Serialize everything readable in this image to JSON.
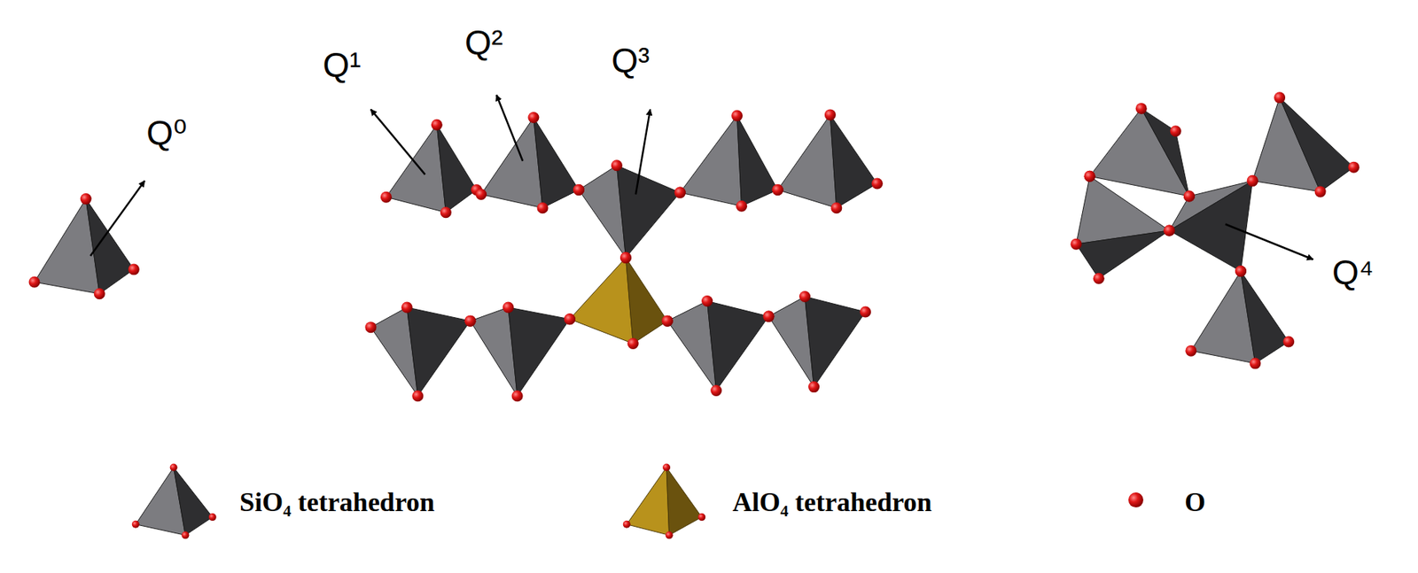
{
  "diagram": {
    "labels": [
      "Q⁰",
      "Q¹",
      "Q²",
      "Q³",
      "Q⁴"
    ],
    "legend": [
      {
        "text": "SiO₄ tetrahedron"
      },
      {
        "text": "AlO₄ tetrahedron"
      },
      {
        "text": "O"
      }
    ]
  }
}
